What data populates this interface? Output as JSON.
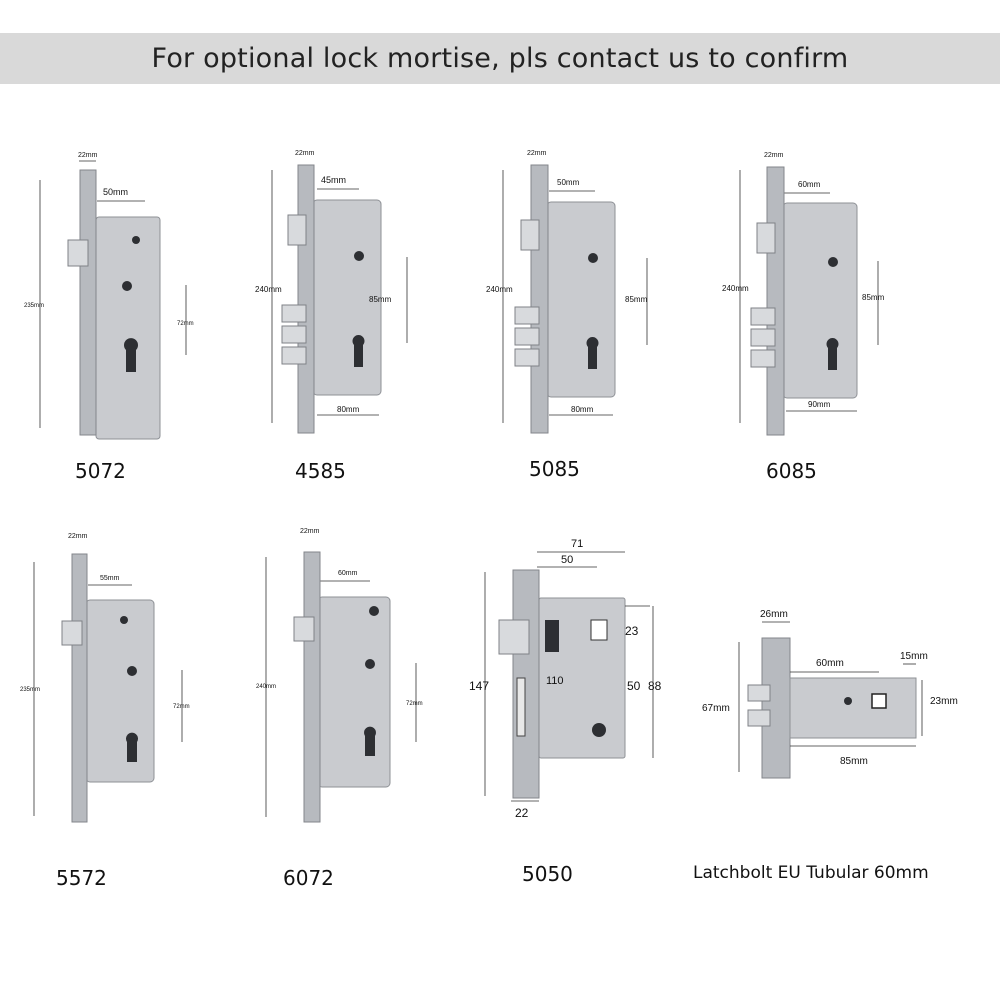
{
  "banner": {
    "text": "For optional lock mortise, pls contact us to confirm"
  },
  "locks": [
    {
      "model": "5072",
      "dims": {
        "faceplate": "22mm",
        "backset": "50mm",
        "height": "235mm",
        "spacing": "72mm"
      }
    },
    {
      "model": "4585",
      "dims": {
        "faceplate": "22mm",
        "backset": "45mm",
        "height": "240mm",
        "spacing": "85mm",
        "width": "80mm"
      }
    },
    {
      "model": "5085",
      "dims": {
        "faceplate": "22mm",
        "backset": "50mm",
        "height": "240mm",
        "spacing": "85mm",
        "width": "80mm"
      }
    },
    {
      "model": "6085",
      "dims": {
        "faceplate": "22mm",
        "backset": "60mm",
        "height": "240mm",
        "spacing": "85mm",
        "width": "90mm"
      }
    },
    {
      "model": "5572",
      "dims": {
        "faceplate": "22mm",
        "backset": "55mm",
        "height": "235mm",
        "spacing": "72mm"
      }
    },
    {
      "model": "6072",
      "dims": {
        "faceplate": "22mm",
        "backset": "60mm",
        "height": "240mm",
        "spacing": "72mm"
      }
    },
    {
      "model": "5050",
      "dims": {
        "total": "71",
        "backset": "50",
        "top": "23",
        "spacing": "50",
        "body": "88",
        "height": "147",
        "mid": "110",
        "faceplate": "22"
      }
    }
  ],
  "latchbolt": {
    "caption": "Latchbolt EU Tubular 60mm",
    "dims": {
      "faceplate": "26mm",
      "backset": "60mm",
      "tail": "15mm",
      "height": "67mm",
      "diameter": "23mm",
      "length": "85mm"
    }
  }
}
